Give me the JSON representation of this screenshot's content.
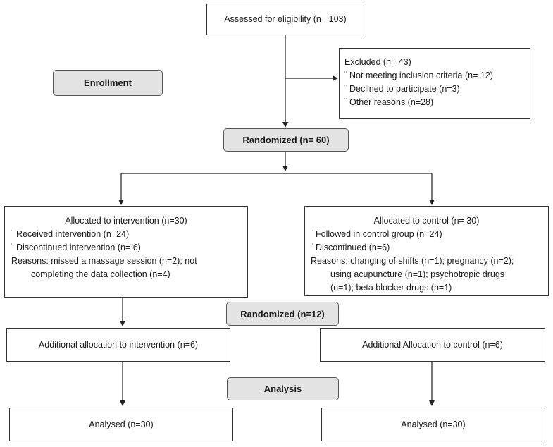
{
  "assessed": "Assessed for eligibility (n= 103)",
  "excluded": {
    "title": "Excluded (n= 43)",
    "items": [
      "Not meeting inclusion criteria (n= 12)",
      "Declined to participate (n=3)",
      "Other reasons (n=28)"
    ]
  },
  "enrollment": "Enrollment",
  "randomized_1": "Randomized (n= 60)",
  "intervention": {
    "title": "Allocated to intervention  (n=30)",
    "received": "Received  intervention  (n=24)",
    "discontinued": "Discontinued  intervention  (n= 6)",
    "reasons_1": "Reasons:  missed a massage session (n=2); not",
    "reasons_2": "completing the data collection (n=4)"
  },
  "control": {
    "title": "Allocated to control  (n= 30)",
    "followed": "Followed in control group  (n=24)",
    "discontinued": "Discontinued  (n=6)",
    "reasons_1": "Reasons:  changing of shifts (n=1);  pregnancy  (n=2);",
    "reasons_2": "using acupuncture  (n=1);  psychotropic drugs",
    "reasons_3": "(n=1);  beta blocker drugs (n=1)"
  },
  "randomized_2": "Randomized (n=12)",
  "add_intervention": "Additional allocation to intervention  (n=6)",
  "add_control": "Additional Allocation to control  (n=6)",
  "analysis": "Analysis",
  "analysed_left": "Analysed (n=30)",
  "analysed_right": "Analysed (n=30)",
  "bullet_glyph": "¨",
  "colors": {
    "pill_fill": "#e3e3e3",
    "border": "#333333",
    "line": "#222222"
  }
}
